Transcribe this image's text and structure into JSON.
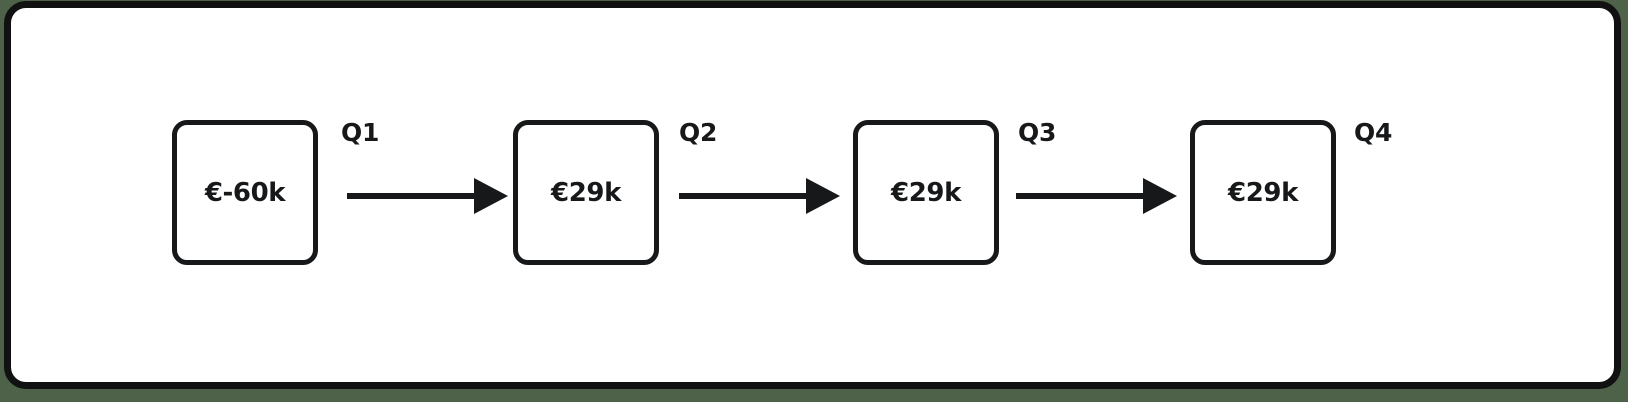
{
  "canvas": {
    "background_color": "#4e6149",
    "frame_fill": "#ffffff",
    "frame_stroke": "#111111"
  },
  "diagram": {
    "type": "flow-chain",
    "orientation": "left-to-right",
    "node_stroke": "#16181a",
    "node_fill": "#ffffff",
    "edge_color": "#16181a",
    "nodes": [
      {
        "id": "node-0",
        "value": "€-60k"
      },
      {
        "id": "node-1",
        "value": "€29k"
      },
      {
        "id": "node-2",
        "value": "€29k"
      },
      {
        "id": "node-3",
        "value": "€29k"
      }
    ],
    "edges": [
      {
        "id": "edge-0",
        "from": "node-0",
        "to": "node-1",
        "label": "Q1"
      },
      {
        "id": "edge-1",
        "from": "node-1",
        "to": "node-2",
        "label": "Q2"
      },
      {
        "id": "edge-2",
        "from": "node-2",
        "to": "node-3",
        "label": "Q3"
      }
    ],
    "trailing_label": "Q4"
  }
}
